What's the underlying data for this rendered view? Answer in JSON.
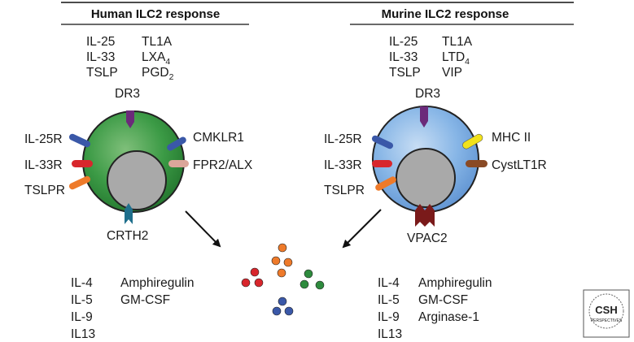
{
  "panels": [
    {
      "title": "Human ILC2 response",
      "ligands_col1": [
        "IL-25",
        "IL-33",
        "TSLP"
      ],
      "ligands_col2": [
        {
          "main": "TL1A",
          "sub": ""
        },
        {
          "main": "LXA",
          "sub": "4"
        },
        {
          "main": "PGD",
          "sub": "2"
        }
      ],
      "receptor_top": "DR3",
      "receptors_left": [
        "IL-25R",
        "IL-33R",
        "TSLPR"
      ],
      "receptors_right": [
        "CMKLR1",
        "FPR2/ALX"
      ],
      "receptor_bottom": "CRTH2",
      "products_col1": [
        "IL-4",
        "IL-5",
        "IL-9",
        "IL13"
      ],
      "products_col2": [
        "Amphiregulin",
        "GM-CSF"
      ],
      "cell_color": "#2e8b3e"
    },
    {
      "title": "Murine ILC2 response",
      "ligands_col1": [
        "IL-25",
        "IL-33",
        "TSLP"
      ],
      "ligands_col2": [
        {
          "main": "TL1A",
          "sub": ""
        },
        {
          "main": "LTD",
          "sub": "4"
        },
        {
          "main": "VIP",
          "sub": ""
        }
      ],
      "receptor_top": "DR3",
      "receptors_left": [
        "IL-25R",
        "IL-33R",
        "TSLPR"
      ],
      "receptors_right": [
        "MHC II",
        "CystLT1R"
      ],
      "receptor_bottom": "VPAC2",
      "products_col1": [
        "IL-4",
        "IL-5",
        "IL-9",
        "IL13"
      ],
      "products_col2": [
        "Amphiregulin",
        "GM-CSF",
        "Arginase-1"
      ],
      "cell_color": "#6fa7dc"
    }
  ],
  "colors": {
    "dr3": "#6b2a7a",
    "il25r": "#3a58a8",
    "il33r": "#d8262c",
    "tslpr": "#ee7a2a",
    "cmklr1": "#3a58a8",
    "fpr2": "#dba69a",
    "crth2": "#1f6f8c",
    "mhc2": "#f2e21b",
    "cystlt1r": "#8a4a25",
    "vpac2": "#7a1a1a",
    "nucleus": "#a9a9a9"
  },
  "logo": {
    "line1": "CSH",
    "line2": "PERSPECTIVES"
  }
}
